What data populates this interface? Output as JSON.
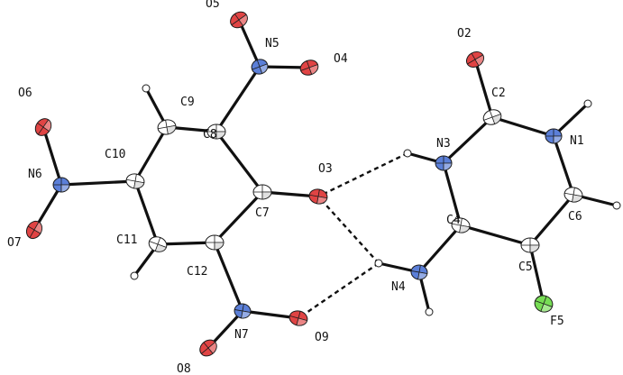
{
  "colors": {
    "carbon": "#ffffff",
    "nitrogen": "#5b7fd8",
    "oxygen": "#e04444",
    "fluorine": "#77dd55",
    "hydrogen": "#ffffff",
    "bond": "#111111"
  },
  "atoms": [
    {
      "id": "O5",
      "label": "O5",
      "element": "O"
    },
    {
      "id": "N5",
      "label": "N5",
      "element": "N"
    },
    {
      "id": "O4",
      "label": "O4",
      "element": "O"
    },
    {
      "id": "O2",
      "label": "O2",
      "element": "O"
    },
    {
      "id": "C2",
      "label": "C2",
      "element": "C"
    },
    {
      "id": "N1",
      "label": "N1",
      "element": "N"
    },
    {
      "id": "N3",
      "label": "N3",
      "element": "N"
    },
    {
      "id": "O6",
      "label": "O6",
      "element": "O"
    },
    {
      "id": "C9",
      "label": "C9",
      "element": "C"
    },
    {
      "id": "C8",
      "label": "C8",
      "element": "C"
    },
    {
      "id": "C10",
      "label": "C10",
      "element": "C"
    },
    {
      "id": "N6",
      "label": "N6",
      "element": "N"
    },
    {
      "id": "O3",
      "label": "O3",
      "element": "O"
    },
    {
      "id": "C7",
      "label": "C7",
      "element": "C"
    },
    {
      "id": "C6",
      "label": "C6",
      "element": "C"
    },
    {
      "id": "C4",
      "label": "C4",
      "element": "C"
    },
    {
      "id": "O7",
      "label": "O7",
      "element": "O"
    },
    {
      "id": "C11",
      "label": "C11",
      "element": "C"
    },
    {
      "id": "C5",
      "label": "C5",
      "element": "C"
    },
    {
      "id": "C12",
      "label": "C12",
      "element": "C"
    },
    {
      "id": "N4",
      "label": "N4",
      "element": "N"
    },
    {
      "id": "N7",
      "label": "N7",
      "element": "N"
    },
    {
      "id": "O9",
      "label": "O9",
      "element": "O"
    },
    {
      "id": "F5",
      "label": "F5",
      "element": "F"
    },
    {
      "id": "O8",
      "label": "O8",
      "element": "O"
    },
    {
      "id": "H9",
      "label": "",
      "element": "H"
    },
    {
      "id": "H11",
      "label": "",
      "element": "H"
    },
    {
      "id": "H1",
      "label": "",
      "element": "H"
    },
    {
      "id": "H3",
      "label": "",
      "element": "H"
    },
    {
      "id": "H6",
      "label": "",
      "element": "H"
    },
    {
      "id": "H4A",
      "label": "",
      "element": "H"
    },
    {
      "id": "H4B",
      "label": "",
      "element": "H"
    }
  ],
  "bonds": [
    [
      "C7",
      "C8"
    ],
    [
      "C8",
      "C9"
    ],
    [
      "C9",
      "C10"
    ],
    [
      "C10",
      "C11"
    ],
    [
      "C11",
      "C12"
    ],
    [
      "C12",
      "C7"
    ],
    [
      "C8",
      "N5"
    ],
    [
      "N5",
      "O5"
    ],
    [
      "N5",
      "O4"
    ],
    [
      "C10",
      "N6"
    ],
    [
      "N6",
      "O6"
    ],
    [
      "N6",
      "O7"
    ],
    [
      "C12",
      "N7"
    ],
    [
      "N7",
      "O9"
    ],
    [
      "N7",
      "O8"
    ],
    [
      "C7",
      "O3"
    ],
    [
      "C9",
      "H9"
    ],
    [
      "C11",
      "H11"
    ],
    [
      "C2",
      "O2"
    ],
    [
      "C2",
      "N1"
    ],
    [
      "C2",
      "N3"
    ],
    [
      "N3",
      "C4"
    ],
    [
      "C4",
      "C5"
    ],
    [
      "C5",
      "C6"
    ],
    [
      "C6",
      "N1"
    ],
    [
      "C4",
      "N4"
    ],
    [
      "C5",
      "F5"
    ],
    [
      "N1",
      "H1"
    ],
    [
      "N3",
      "H3"
    ],
    [
      "C6",
      "H6"
    ],
    [
      "N4",
      "H4A"
    ],
    [
      "N4",
      "H4B"
    ]
  ],
  "hydrogen_bonds": [
    [
      "H3",
      "O3"
    ],
    [
      "H4A",
      "O3"
    ],
    [
      "H4A",
      "O9"
    ]
  ]
}
